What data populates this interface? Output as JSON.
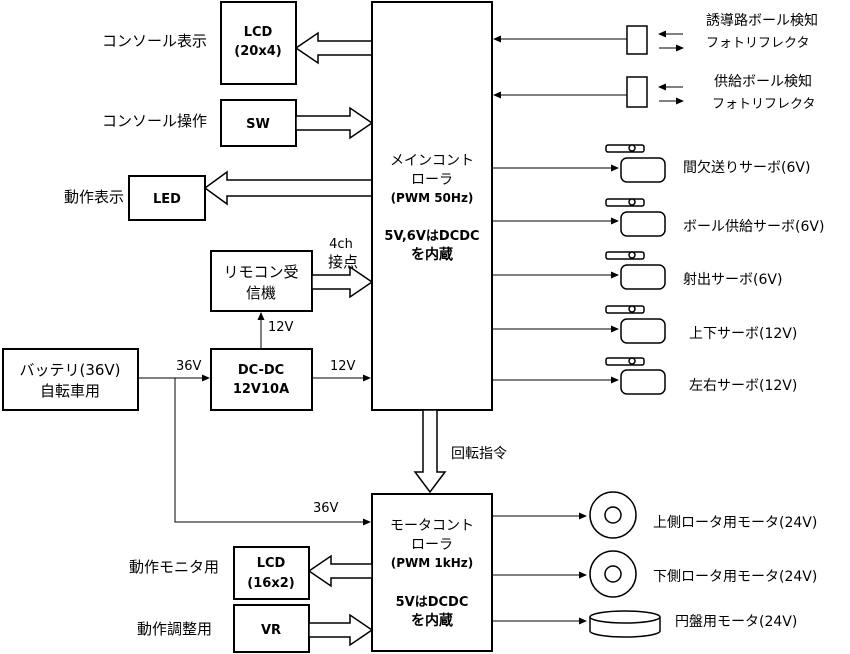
{
  "blocks": {
    "lcd20": {
      "line1": "LCD",
      "line2": "(20x4)"
    },
    "sw": {
      "label": "SW"
    },
    "led": {
      "label": "LED"
    },
    "remote": {
      "line1": "リモコン受",
      "line2": "信機"
    },
    "dcdc": {
      "line1": "DC-DC",
      "line2": "12V10A"
    },
    "battery": {
      "line1": "バッテリ(36V)",
      "line2": "自転車用"
    },
    "main": {
      "line1": "メインコント",
      "line2": "ローラ",
      "line3": "(PWM 50Hz)",
      "line4": "5V,6VはDCDC",
      "line5": "を内蔵"
    },
    "motor": {
      "line1": "モータコント",
      "line2": "ローラ",
      "line3": "(PWM 1kHz)",
      "line4": "5VはDCDC",
      "line5": "を内蔵"
    },
    "lcd16": {
      "line1": "LCD",
      "line2": "(16x2)"
    },
    "vr": {
      "label": "VR"
    }
  },
  "labels": {
    "console_display": "コンソール表示",
    "console_operation": "コンソール操作",
    "operation_display": "動作表示",
    "ch4": "4ch",
    "contact": "接点",
    "v12_up": "12V",
    "v36_a": "36V",
    "v12_b": "12V",
    "rotation_command": "回転指令",
    "v36_b": "36V",
    "operation_monitor": "動作モニタ用",
    "operation_adjust": "動作調整用"
  },
  "sensors": [
    {
      "line1": "誘導路ボール検知",
      "line2": "フォトリフレクタ"
    },
    {
      "line1": "供給ボール検知",
      "line2": "フォトリフレクタ"
    }
  ],
  "servos": [
    {
      "label": "間欠送りサーボ(6V)"
    },
    {
      "label": "ボール供給サーボ(6V)"
    },
    {
      "label": "射出サーボ(6V)"
    },
    {
      "label": "上下サーボ(12V)"
    },
    {
      "label": "左右サーボ(12V)"
    }
  ],
  "motors": [
    {
      "label": "上側ロータ用モータ(24V)"
    },
    {
      "label": "下側ロータ用モータ(24V)"
    },
    {
      "label": "円盤用モータ(24V)"
    }
  ]
}
